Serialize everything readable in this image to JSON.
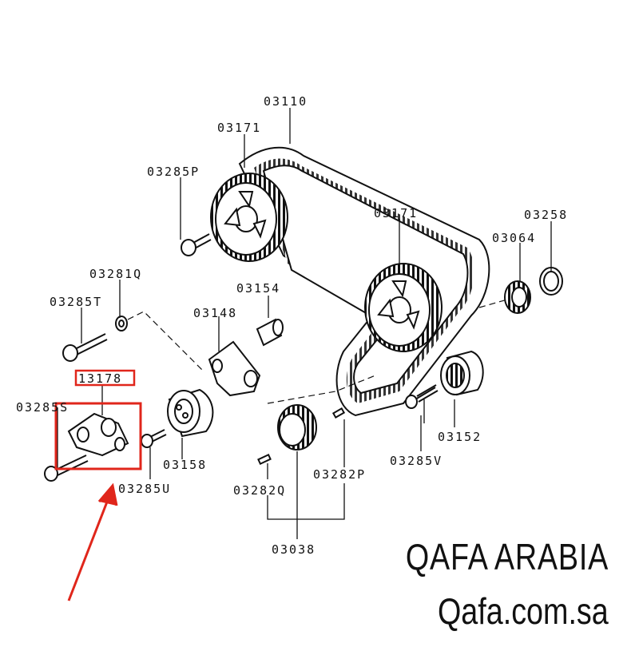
{
  "diagram": {
    "labels": {
      "belt": "03110",
      "sprocket_upper": "03171",
      "sprocket_lower": "03171",
      "bolt_p": "03285P",
      "washer_q": "03281Q",
      "bolt_t": "03285T",
      "bracket": "03148",
      "pin": "03154",
      "tensioner_arm": "13178",
      "bolt_s": "03285S",
      "bolt_u": "03285U",
      "idler_pulley": "03158",
      "seal_ring": "03258",
      "washer_064": "03064",
      "pulley_152": "03152",
      "bolt_v": "03285V",
      "pin_p": "03282P",
      "pin_q": "03282Q",
      "pulley_set": "03038"
    },
    "highlight_color": "#e0261b",
    "line_color": "#111111"
  },
  "watermark": {
    "name": "QAFA ARABIA",
    "url": "Qafa.com.sa"
  }
}
